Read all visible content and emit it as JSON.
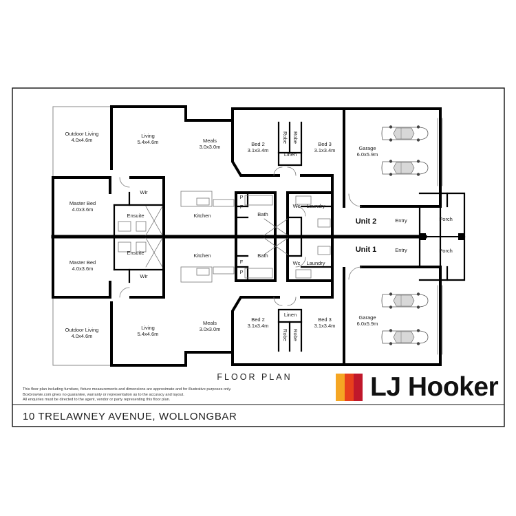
{
  "plan_title": "FLOOR PLAN",
  "address": "10 TRELAWNEY AVENUE, WOLLONGBAR",
  "disclaimer": [
    "This floor plan including furniture, fixture measurements and dimensions are approximate and for illustrative purposes only.",
    "Boxbrownie.com gives no guarantee, warranty or representation as to the accuracy and layout.",
    "All enquiries must be directed to the agent, vendor or party representing this floor plan."
  ],
  "brand": {
    "name": "LJ Hooker",
    "colors": [
      "#f5a623",
      "#e8401c",
      "#c0182b"
    ]
  },
  "units": [
    "Unit 2",
    "Unit 1"
  ],
  "rooms_unit2": [
    {
      "id": "outdoor-living",
      "name": "Outdoor Living",
      "dim": "4.0x4.6m"
    },
    {
      "id": "living",
      "name": "Living",
      "dim": "5.4x4.6m"
    },
    {
      "id": "meals",
      "name": "Meals",
      "dim": "3.0x3.0m"
    },
    {
      "id": "bed-2",
      "name": "Bed 2",
      "dim": "3.1x3.4m"
    },
    {
      "id": "bed-3",
      "name": "Bed 3",
      "dim": "3.1x3.4m"
    },
    {
      "id": "garage",
      "name": "Garage",
      "dim": "6.0x5.9m"
    },
    {
      "id": "master-bed",
      "name": "Master Bed",
      "dim": "4.0x3.6m"
    },
    {
      "id": "wir",
      "name": "Wir",
      "dim": ""
    },
    {
      "id": "ensuite",
      "name": "Ensuite",
      "dim": ""
    },
    {
      "id": "kitchen",
      "name": "Kitchen",
      "dim": ""
    },
    {
      "id": "bath",
      "name": "Bath",
      "dim": ""
    },
    {
      "id": "wc",
      "name": "Wc",
      "dim": ""
    },
    {
      "id": "laundry",
      "name": "Laundry",
      "dim": ""
    },
    {
      "id": "entry",
      "name": "Entry",
      "dim": ""
    },
    {
      "id": "porch",
      "name": "Porch",
      "dim": ""
    },
    {
      "id": "robe-a",
      "name": "Robe",
      "dim": ""
    },
    {
      "id": "robe-b",
      "name": "Robe",
      "dim": ""
    },
    {
      "id": "linen",
      "name": "Linen",
      "dim": ""
    },
    {
      "id": "pantry",
      "name": "P",
      "dim": ""
    },
    {
      "id": "fridge",
      "name": "F",
      "dim": ""
    }
  ],
  "rooms_unit1": [
    {
      "id": "outdoor-living",
      "name": "Outdoor Living",
      "dim": "4.0x4.6m"
    },
    {
      "id": "living",
      "name": "Living",
      "dim": "5.4x4.6m"
    },
    {
      "id": "meals",
      "name": "Meals",
      "dim": "3.0x3.0m"
    },
    {
      "id": "bed-2",
      "name": "Bed 2",
      "dim": "3.1x3.4m"
    },
    {
      "id": "bed-3",
      "name": "Bed 3",
      "dim": "3.1x3.4m"
    },
    {
      "id": "garage",
      "name": "Garage",
      "dim": "6.0x5.9m"
    },
    {
      "id": "master-bed",
      "name": "Master Bed",
      "dim": "4.0x3.6m"
    },
    {
      "id": "wir",
      "name": "Wir",
      "dim": ""
    },
    {
      "id": "ensuite",
      "name": "Ensuite",
      "dim": ""
    },
    {
      "id": "kitchen",
      "name": "Kitchen",
      "dim": ""
    },
    {
      "id": "bath",
      "name": "Bath",
      "dim": ""
    },
    {
      "id": "wc",
      "name": "Wc",
      "dim": ""
    },
    {
      "id": "laundry",
      "name": "Laundry",
      "dim": ""
    },
    {
      "id": "entry",
      "name": "Entry",
      "dim": ""
    },
    {
      "id": "porch",
      "name": "Porch",
      "dim": ""
    },
    {
      "id": "linen",
      "name": "Linen",
      "dim": ""
    },
    {
      "id": "robe-a",
      "name": "Robe",
      "dim": ""
    },
    {
      "id": "robe-b",
      "name": "Robe",
      "dim": ""
    },
    {
      "id": "fridge",
      "name": "F",
      "dim": ""
    },
    {
      "id": "pantry",
      "name": "P",
      "dim": ""
    }
  ]
}
